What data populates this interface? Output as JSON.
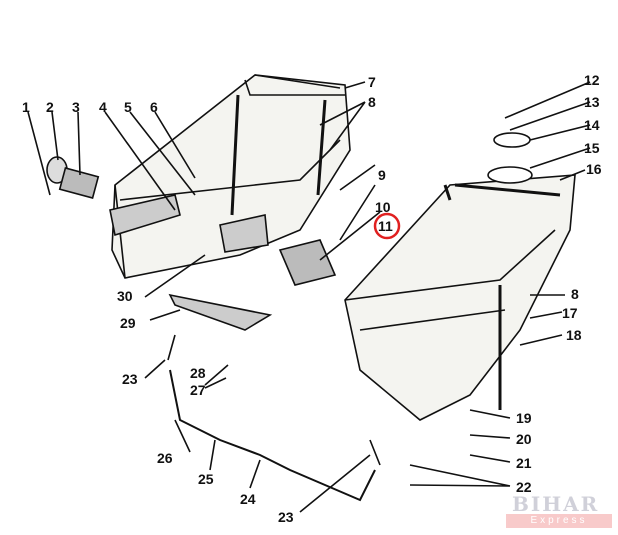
{
  "diagram": {
    "labels": [
      "1",
      "2",
      "3",
      "4",
      "5",
      "6",
      "7",
      "8",
      "9",
      "10",
      "11",
      "12",
      "13",
      "14",
      "15",
      "16",
      "17",
      "18",
      "19",
      "20",
      "21",
      "22",
      "23",
      "24",
      "25",
      "26",
      "27",
      "28",
      "29",
      "30"
    ],
    "right_tank_band_label": "8",
    "lower_left_bracket_label": "23",
    "highlighted": "11",
    "highlight_color": "#e02020"
  },
  "watermark": {
    "title": "BIHAR",
    "subtitle": "Express"
  }
}
